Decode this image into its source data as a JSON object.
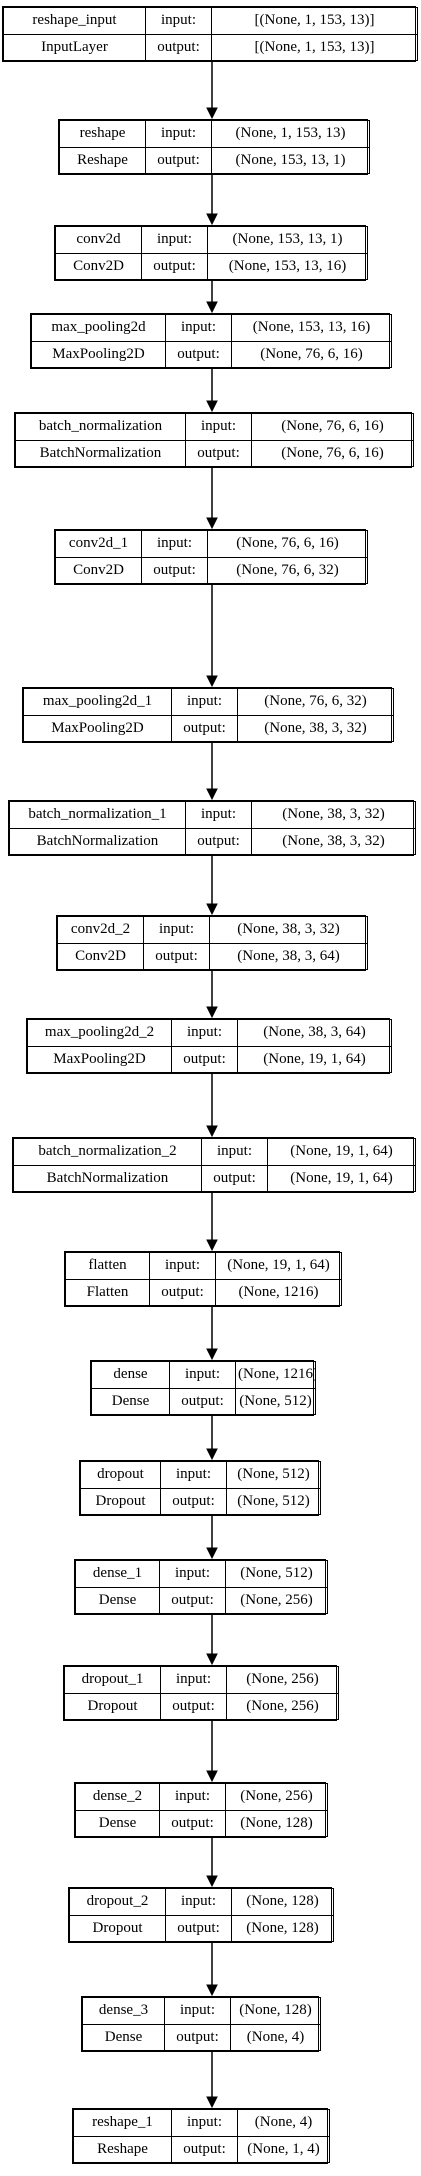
{
  "nodes": [
    {
      "name": "reshape_input",
      "type": "InputLayer",
      "in_label": "input:",
      "out_label": "output:",
      "input": "[(None, 1, 153, 13)]",
      "output": "[(None, 1, 153, 13)]"
    },
    {
      "name": "reshape",
      "type": "Reshape",
      "in_label": "input:",
      "out_label": "output:",
      "input": "(None, 1, 153, 13)",
      "output": "(None, 153, 13, 1)"
    },
    {
      "name": "conv2d",
      "type": "Conv2D",
      "in_label": "input:",
      "out_label": "output:",
      "input": "(None, 153, 13, 1)",
      "output": "(None, 153, 13, 16)"
    },
    {
      "name": "max_pooling2d",
      "type": "MaxPooling2D",
      "in_label": "input:",
      "out_label": "output:",
      "input": "(None, 153, 13, 16)",
      "output": "(None, 76, 6, 16)"
    },
    {
      "name": "batch_normalization",
      "type": "BatchNormalization",
      "in_label": "input:",
      "out_label": "output:",
      "input": "(None, 76, 6, 16)",
      "output": "(None, 76, 6, 16)"
    },
    {
      "name": "conv2d_1",
      "type": "Conv2D",
      "in_label": "input:",
      "out_label": "output:",
      "input": "(None, 76, 6, 16)",
      "output": "(None, 76, 6, 32)"
    },
    {
      "name": "max_pooling2d_1",
      "type": "MaxPooling2D",
      "in_label": "input:",
      "out_label": "output:",
      "input": "(None, 76, 6, 32)",
      "output": "(None, 38, 3, 32)"
    },
    {
      "name": "batch_normalization_1",
      "type": "BatchNormalization",
      "in_label": "input:",
      "out_label": "output:",
      "input": "(None, 38, 3, 32)",
      "output": "(None, 38, 3, 32)"
    },
    {
      "name": "conv2d_2",
      "type": "Conv2D",
      "in_label": "input:",
      "out_label": "output:",
      "input": "(None, 38, 3, 32)",
      "output": "(None, 38, 3, 64)"
    },
    {
      "name": "max_pooling2d_2",
      "type": "MaxPooling2D",
      "in_label": "input:",
      "out_label": "output:",
      "input": "(None, 38, 3, 64)",
      "output": "(None, 19, 1, 64)"
    },
    {
      "name": "batch_normalization_2",
      "type": "BatchNormalization",
      "in_label": "input:",
      "out_label": "output:",
      "input": "(None, 19, 1, 64)",
      "output": "(None, 19, 1, 64)"
    },
    {
      "name": "flatten",
      "type": "Flatten",
      "in_label": "input:",
      "out_label": "output:",
      "input": "(None, 19, 1, 64)",
      "output": "(None, 1216)"
    },
    {
      "name": "dense",
      "type": "Dense",
      "in_label": "input:",
      "out_label": "output:",
      "input": "(None, 1216)",
      "output": "(None, 512)"
    },
    {
      "name": "dropout",
      "type": "Dropout",
      "in_label": "input:",
      "out_label": "output:",
      "input": "(None, 512)",
      "output": "(None, 512)"
    },
    {
      "name": "dense_1",
      "type": "Dense",
      "in_label": "input:",
      "out_label": "output:",
      "input": "(None, 512)",
      "output": "(None, 256)"
    },
    {
      "name": "dropout_1",
      "type": "Dropout",
      "in_label": "input:",
      "out_label": "output:",
      "input": "(None, 256)",
      "output": "(None, 256)"
    },
    {
      "name": "dense_2",
      "type": "Dense",
      "in_label": "input:",
      "out_label": "output:",
      "input": "(None, 256)",
      "output": "(None, 128)"
    },
    {
      "name": "dropout_2",
      "type": "Dropout",
      "in_label": "input:",
      "out_label": "output:",
      "input": "(None, 128)",
      "output": "(None, 128)"
    },
    {
      "name": "dense_3",
      "type": "Dense",
      "in_label": "input:",
      "out_label": "output:",
      "input": "(None, 128)",
      "output": "(None, 4)"
    },
    {
      "name": "reshape_1",
      "type": "Reshape",
      "in_label": "input:",
      "out_label": "output:",
      "input": "(None, 4)",
      "output": "(None, 1, 4)"
    }
  ]
}
